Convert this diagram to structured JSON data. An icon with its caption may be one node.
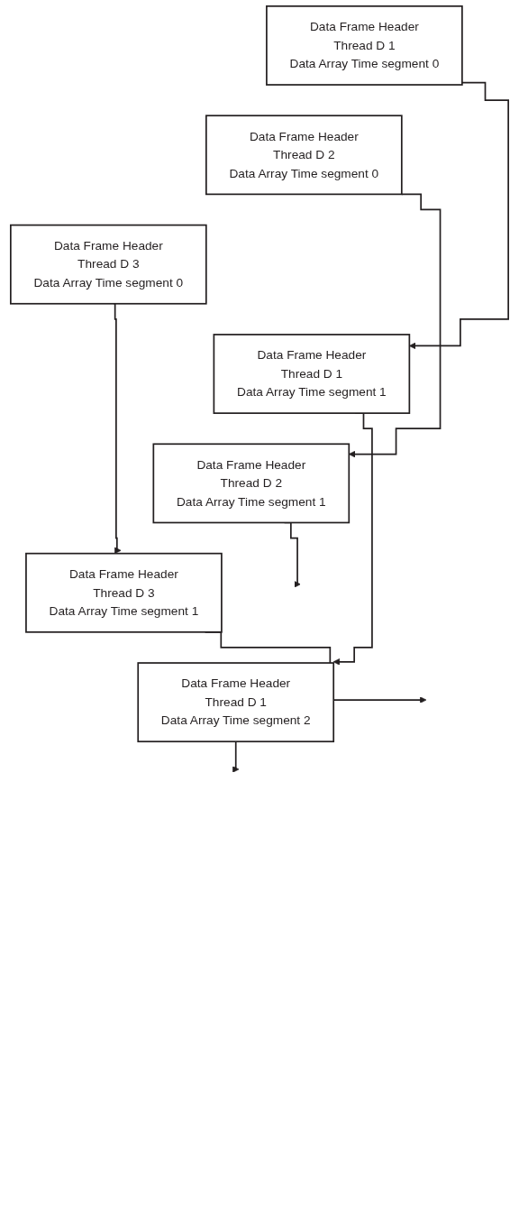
{
  "diagram": {
    "nodes": [
      {
        "text": [
          "Data Frame Header",
          "Thread D 1",
          "Data Array Time segment 0"
        ]
      },
      {
        "text": [
          "Data Frame Header",
          "Thread D 2",
          "Data Array Time segment 0"
        ]
      },
      {
        "text": [
          "Data Frame Header",
          "Thread D 3",
          "Data Array Time segment 0"
        ]
      },
      {
        "text": [
          "Data Frame Header",
          "Thread D 1",
          "Data Array Time segment 1"
        ]
      },
      {
        "text": [
          "Data Frame Header",
          "Thread D 2",
          "Data Array Time segment 1"
        ]
      },
      {
        "text": [
          "Data Frame Header",
          "Thread D 3",
          "Data Array Time segment 1"
        ]
      },
      {
        "text": [
          "Data Frame Header",
          "Thread D 1",
          "Data Array Time segment 2"
        ]
      }
    ],
    "edges": [
      {
        "from": 0,
        "to": 3,
        "arrow": "to"
      },
      {
        "from": 1,
        "to": 4,
        "arrow": "to"
      },
      {
        "from": 2,
        "to": 5,
        "arrow": "to"
      },
      {
        "from": 3,
        "to": 6,
        "arrow": "to"
      },
      {
        "from": 4,
        "to": null,
        "arrow": "to"
      },
      {
        "from": 5,
        "to": null,
        "arrow": "to"
      },
      {
        "from": 6,
        "to": null,
        "arrow": "to"
      }
    ]
  }
}
